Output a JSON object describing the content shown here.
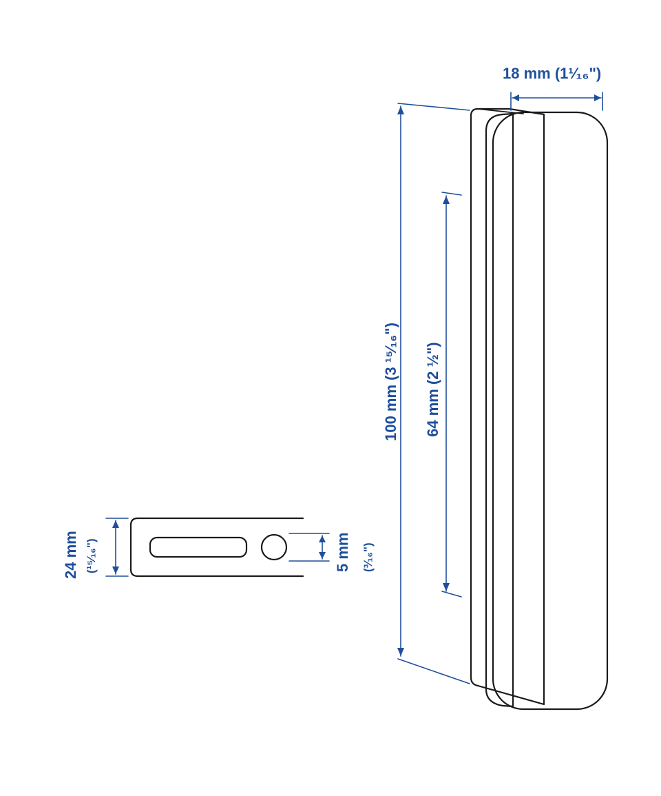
{
  "colors": {
    "line": "#1a1a1a",
    "dimension": "#1f4f9c",
    "background": "#ffffff"
  },
  "dimensions": {
    "depth": "18 mm (1¹⁄₁₆\")",
    "length": "100 mm (3 ¹⁵⁄₁₆\")",
    "hole_spacing": "64 mm (2 ½\")",
    "width_mm": "24 mm",
    "width_in": "(¹⁵⁄₁₆\")",
    "hole_mm": "5 mm",
    "hole_in": "(³⁄₁₆\")"
  }
}
